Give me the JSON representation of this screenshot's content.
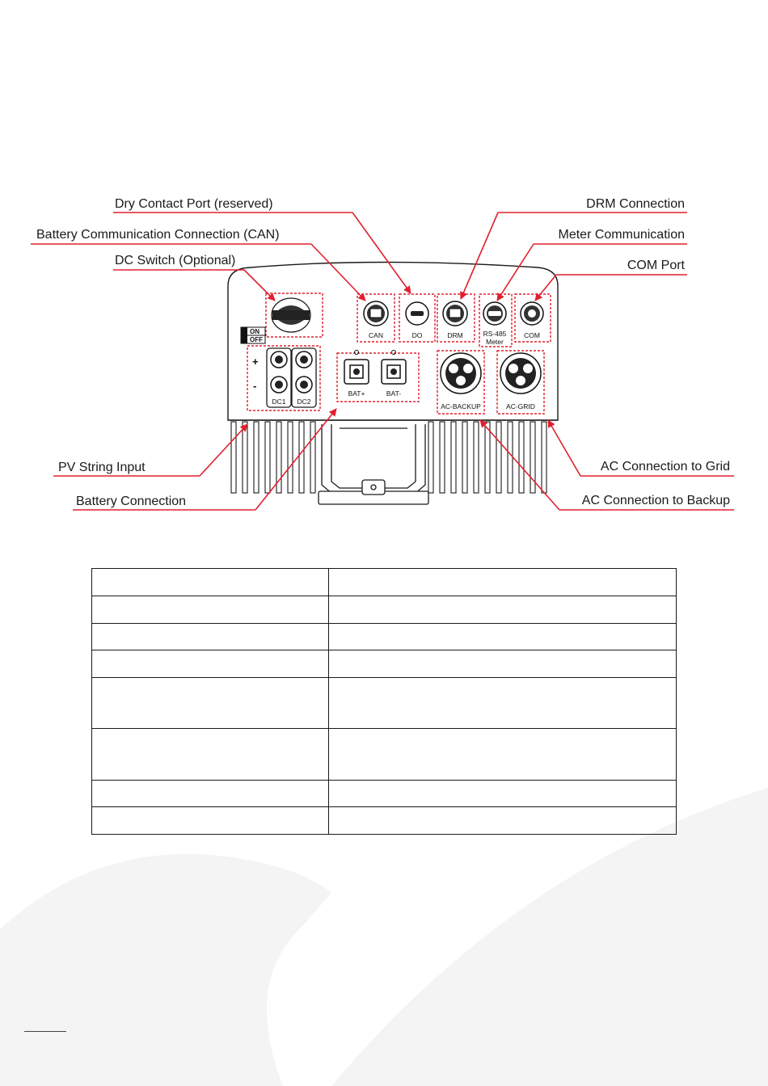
{
  "callouts": {
    "dry_contact": "Dry Contact Port (reserved)",
    "can": "Battery Communication Connection (CAN)",
    "dc_switch": "DC Switch (Optional)",
    "drm": "DRM Connection",
    "meter": "Meter Communication",
    "com": "COM Port",
    "pv_input": "PV String Input",
    "battery": "Battery Connection",
    "ac_grid": "AC Connection to Grid",
    "ac_backup": "AC Connection to Backup"
  },
  "device": {
    "switch_on": "ON",
    "switch_off": "OFF",
    "plus": "+",
    "minus": "-",
    "port_can": "CAN",
    "port_do": "DO",
    "port_drm": "DRM",
    "port_rs485_line1": "RS-485",
    "port_rs485_line2": "Meter",
    "port_com": "COM",
    "port_dc1": "DC1",
    "port_dc2": "DC2",
    "port_bat_pos": "BAT+",
    "port_bat_neg": "BAT-",
    "port_ac_backup": "AC-BACKUP",
    "port_ac_grid": "AC-GRID"
  },
  "colors": {
    "accent": "#e0202e",
    "outline": "#1a1a1a",
    "watermark": "#f4f4f5"
  },
  "table": {
    "rows": [
      [
        "",
        ""
      ],
      [
        "",
        ""
      ],
      [
        "",
        ""
      ],
      [
        "",
        ""
      ],
      [
        "",
        ""
      ],
      [
        "",
        ""
      ],
      [
        "",
        ""
      ],
      [
        "",
        ""
      ]
    ]
  }
}
